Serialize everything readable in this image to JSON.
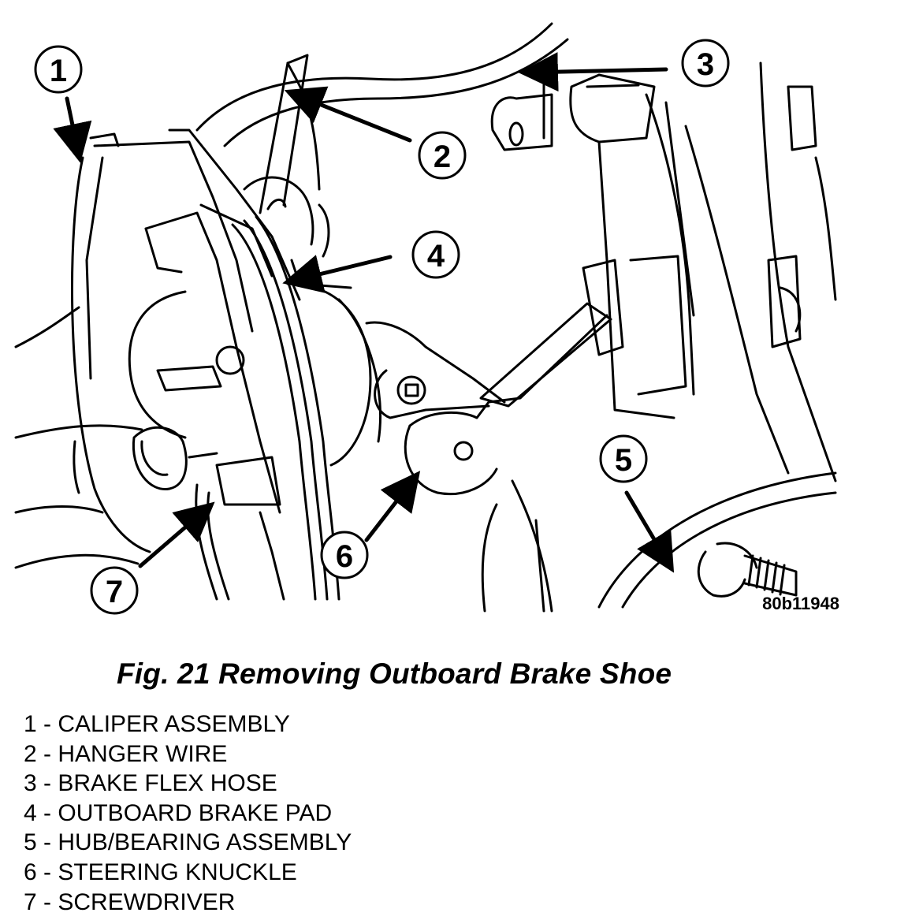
{
  "figure": {
    "caption": "Fig. 21 Removing Outboard Brake Shoe",
    "drawing_id": "80b11948"
  },
  "callouts": [
    {
      "number": "1",
      "label": "CALIPER ASSEMBLY"
    },
    {
      "number": "2",
      "label": "HANGER WIRE"
    },
    {
      "number": "3",
      "label": "BRAKE FLEX HOSE"
    },
    {
      "number": "4",
      "label": "OUTBOARD BRAKE PAD"
    },
    {
      "number": "5",
      "label": "HUB/BEARING ASSEMBLY"
    },
    {
      "number": "6",
      "label": "STEERING KNUCKLE"
    },
    {
      "number": "7",
      "label": "SCREWDRIVER"
    }
  ],
  "legend_separator": " - "
}
